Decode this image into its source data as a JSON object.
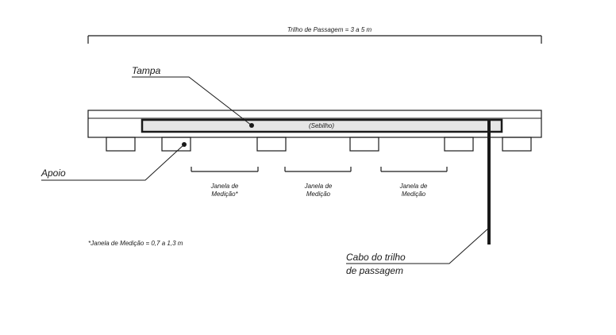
{
  "dimension_label": "Trilho de Passagem = 3 a 5 m",
  "tampa_label": "Tampa",
  "sensor_label": "(Sebilho)",
  "apoio_label": "Apoio",
  "windows": [
    {
      "line1": "Janela de",
      "line2": "Medição*"
    },
    {
      "line1": "Janela de",
      "line2": "Medição"
    },
    {
      "line1": "Janela de",
      "line2": "Medição"
    }
  ],
  "footnote": "*Janela de Medição = 0,7 a 1,3 m",
  "cabo_label_line1": "Cabo do trilho",
  "cabo_label_line2": "de passagem",
  "colors": {
    "ink": "#1a1a1a",
    "inner_fill": "#e6e6e6"
  }
}
